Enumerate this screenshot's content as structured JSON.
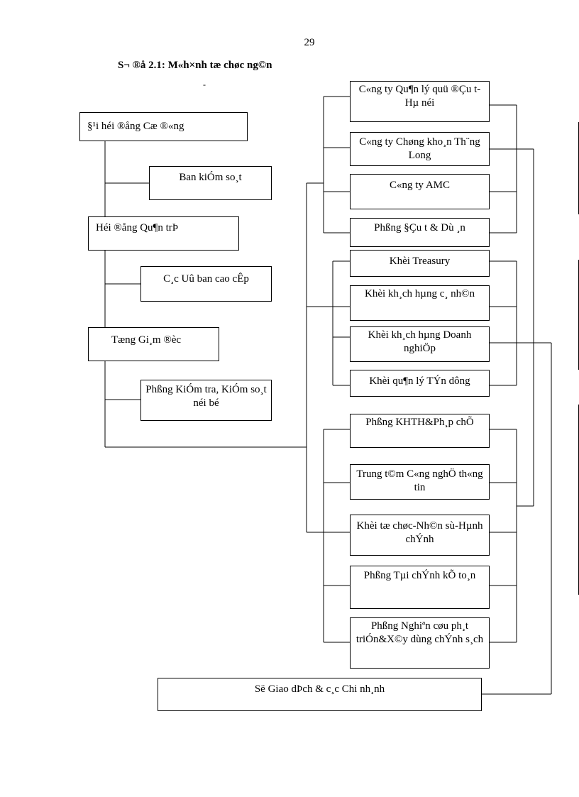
{
  "page_number": "29",
  "title": "S¬ ®å 2.1: M«h×nh tæ chøc ng©n",
  "left_boxes": [
    "§¹i héi ®ång Cæ ®«ng",
    "Ban kiÓm so¸t",
    "Héi ®ång Qu¶n trÞ",
    "C¸c Uû ban cao cÊp",
    "Tæng Gi¸m ®èc",
    "Phßng KiÓm tra, KiÓm so¸t néi bé"
  ],
  "group1": [
    "C«ng ty Qu¶n lý quü ®Çu t­ Hµ néi",
    "C«ng ty Chøng kho¸n Th¨ng Long",
    "C«ng ty AMC",
    "Phßng §Çu t­ & Dù ¸n"
  ],
  "group2": [
    "Khèi Treasury",
    "Khèi kh¸ch hµng c¸ nh©n",
    "Khèi kh¸ch hµng Doanh nghiÖp",
    "Khèi qu¶n lý TÝn dông"
  ],
  "group3": [
    "Phßng KHTH&Ph¸p chÕ",
    "Trung t©m C«ng nghÖ th«ng tin",
    "Khèi tæ chøc-Nh©n sù-Hµnh chÝnh",
    "Phßng Tµi chÝnh kÕ to¸n",
    "Phßng Nghiªn cøu ph¸t triÓn&X©y dùng chÝnh s¸ch"
  ],
  "bottom_box": "Së Giao dÞch & c¸c Chi nh¸nh"
}
